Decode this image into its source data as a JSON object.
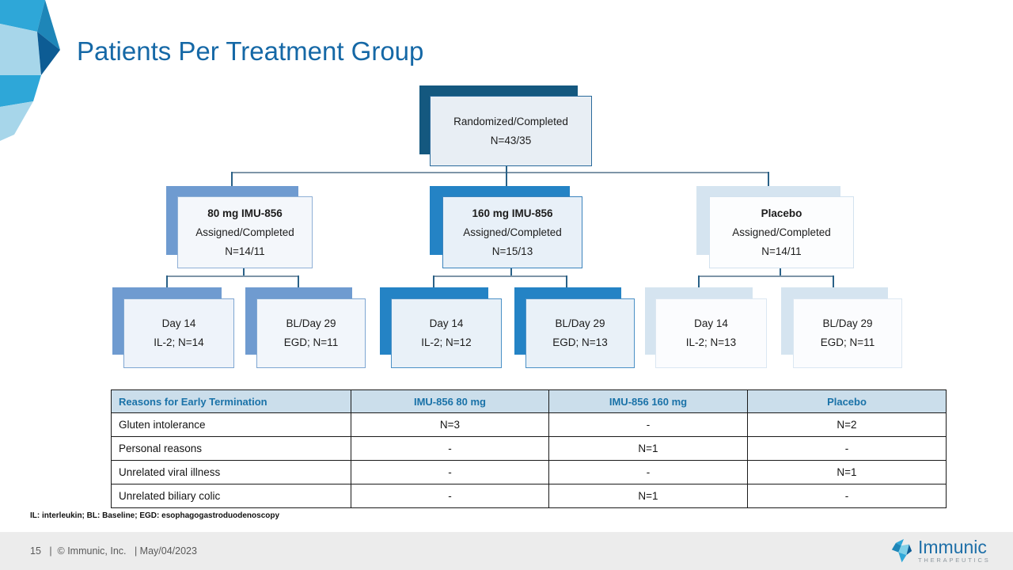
{
  "slide": {
    "title": "Patients Per Treatment Group",
    "footnote": "IL: interleukin; BL: Baseline; EGD: esophagogastroduodenoscopy",
    "footer": {
      "text": "15   |  © Immunic, Inc.   | May/04/2023",
      "logo_name": "Immunic",
      "logo_subtitle": "THERAPEUTICS"
    }
  },
  "colors": {
    "title_blue": "#1568a6",
    "dark_navy_box": "#14587f",
    "medium_blue_box": "#6f9bd0",
    "bright_blue_box": "#2483c5",
    "light_blue_box": "#d5e4f0",
    "table_header_bg": "#cbdeeb",
    "table_header_text": "#1a72a8"
  },
  "diagram": {
    "root": {
      "line1": "Randomized/Completed",
      "line2": "N=43/35"
    },
    "groups": [
      {
        "line1": "80 mg IMU-856",
        "line2": "Assigned/Completed",
        "line3": "N=14/11",
        "children": [
          {
            "line1": "Day 14",
            "line2": "IL-2; N=14"
          },
          {
            "line1": "BL/Day 29",
            "line2": "EGD; N=11"
          }
        ]
      },
      {
        "line1": "160 mg IMU-856",
        "line2": "Assigned/Completed",
        "line3": "N=15/13",
        "children": [
          {
            "line1": "Day 14",
            "line2": "IL-2; N=12"
          },
          {
            "line1": "BL/Day 29",
            "line2": "EGD; N=13"
          }
        ]
      },
      {
        "line1": "Placebo",
        "line2": "Assigned/Completed",
        "line3": "N=14/11",
        "children": [
          {
            "line1": "Day 14",
            "line2": "IL-2; N=13"
          },
          {
            "line1": "BL/Day 29",
            "line2": "EGD; N=11"
          }
        ]
      }
    ]
  },
  "table": {
    "headers": [
      "Reasons for Early Termination",
      "IMU-856 80 mg",
      "IMU-856 160 mg",
      "Placebo"
    ],
    "rows": [
      [
        "Gluten intolerance",
        "N=3",
        "-",
        "N=2"
      ],
      [
        "Personal reasons",
        "-",
        "N=1",
        "-"
      ],
      [
        "Unrelated viral illness",
        "-",
        "-",
        "N=1"
      ],
      [
        "Unrelated biliary colic",
        "-",
        "N=1",
        "-"
      ]
    ]
  }
}
